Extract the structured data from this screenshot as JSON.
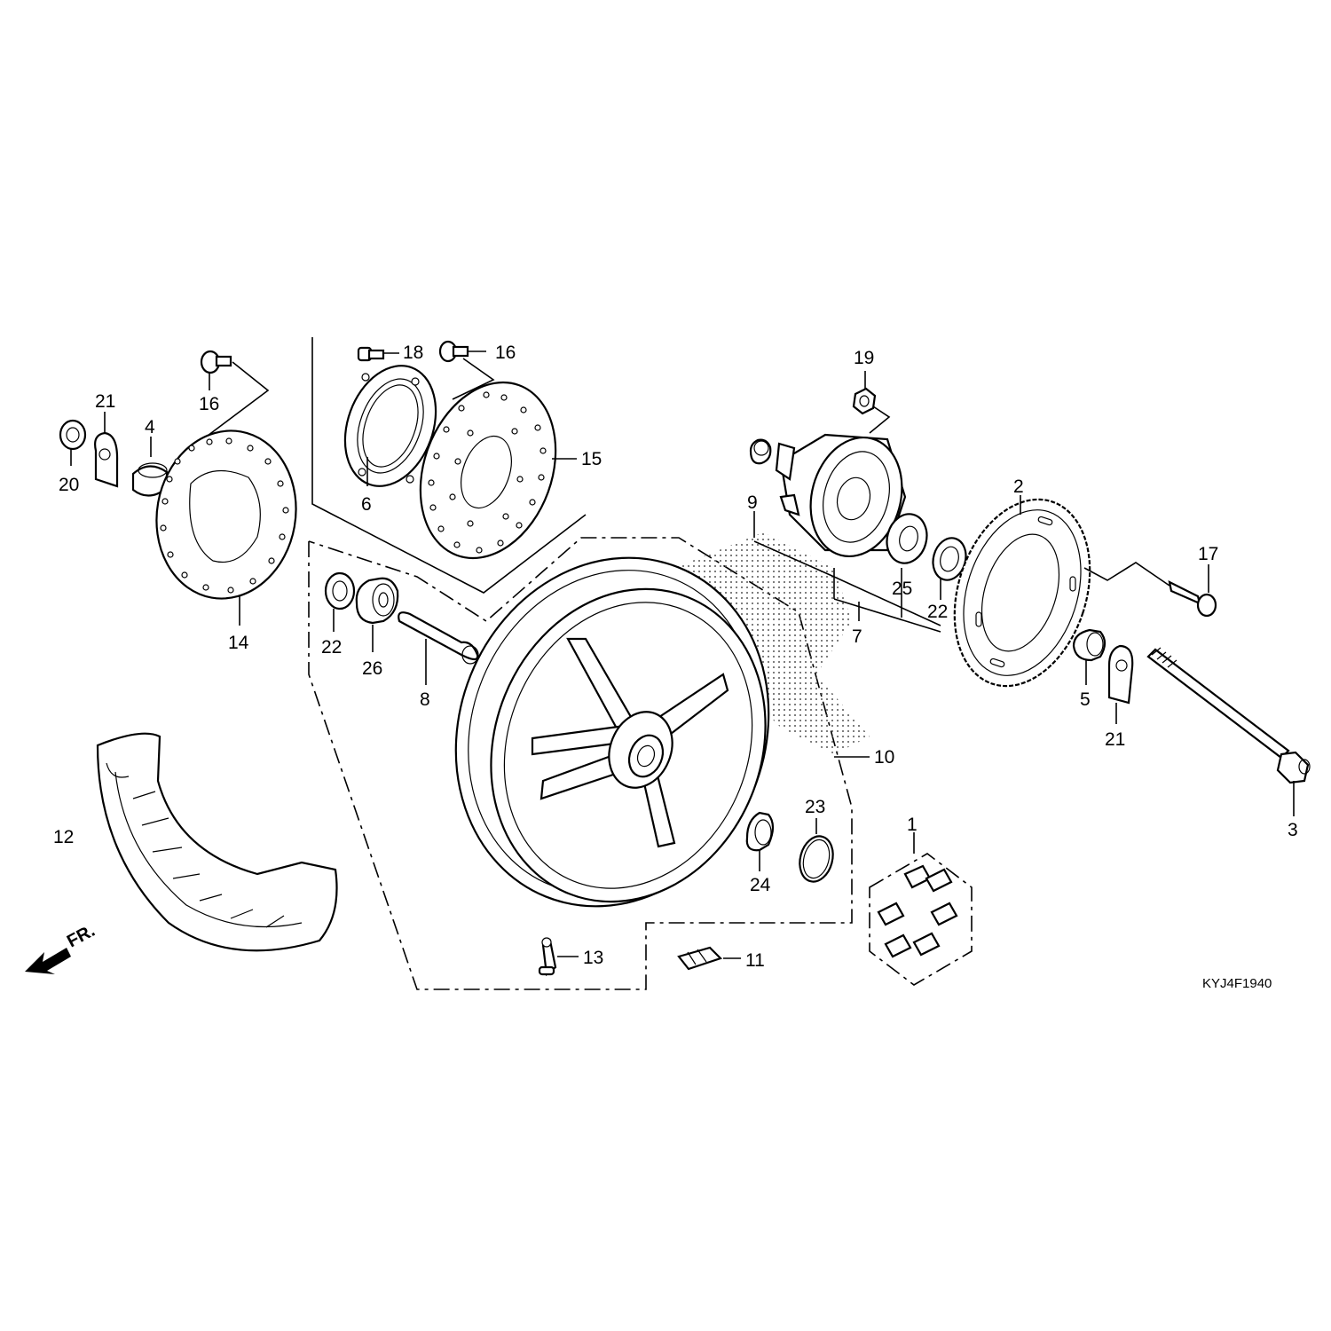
{
  "diagram_code": "KYJ4F1940",
  "direction_label": "FR.",
  "callouts": {
    "c1": "1",
    "c2": "2",
    "c3": "3",
    "c4": "4",
    "c5": "5",
    "c6": "6",
    "c7": "7",
    "c8": "8",
    "c9": "9",
    "c10": "10",
    "c11": "11",
    "c12": "12",
    "c13": "13",
    "c14": "14",
    "c15": "15",
    "c16a": "16",
    "c16b": "16",
    "c17": "17",
    "c18": "18",
    "c19": "19",
    "c20": "20",
    "c21a": "21",
    "c21b": "21",
    "c22a": "22",
    "c22b": "22",
    "c23": "23",
    "c24": "24",
    "c25": "25",
    "c26": "26"
  }
}
